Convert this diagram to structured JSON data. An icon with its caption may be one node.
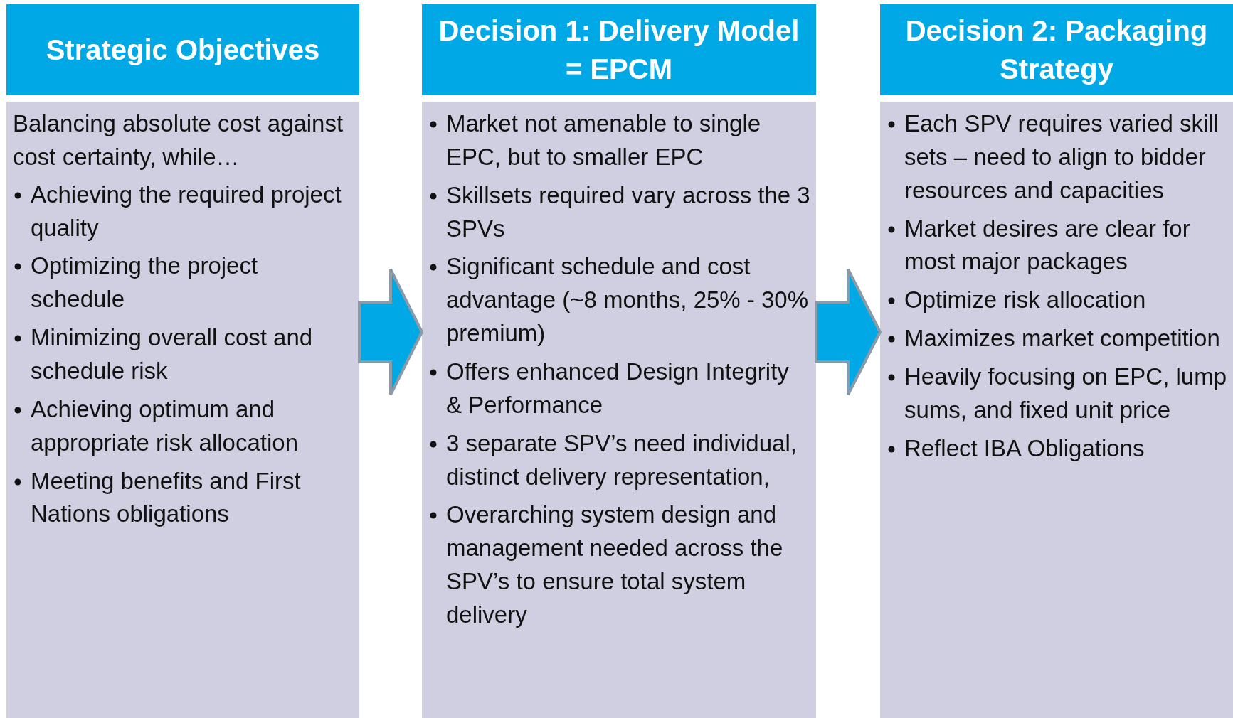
{
  "diagram": {
    "nodes": [
      {
        "text": [
          "Strategic Objectives"
        ]
      },
      {
        "text": [
          "Balancing absolute cost against cost certainty, while…",
          "Achieving the required project quality",
          "Optimizing the project schedule",
          "Minimizing overall cost and schedule risk",
          "Achieving optimum and appropriate risk allocation",
          "Meeting benefits and First Nations obligations"
        ]
      },
      {
        "text": [
          "Decision 1: Delivery Model = EPCM"
        ]
      },
      {
        "text": [
          "Market not amenable to single EPC, but to smaller EPC",
          "Skillsets  required vary across the 3 SPVs",
          "Significant schedule and cost advantage (~8 months, 25% - 30%  premium)",
          "Offers enhanced Design Integrity & Performance",
          "3 separate SPV’s need individual, distinct delivery representation,",
          "Overarching system design and management needed across the SPV’s to ensure total system delivery"
        ]
      },
      {
        "text": [
          "Decision 2: Packaging Strategy"
        ]
      },
      {
        "text": [
          "Each SPV requires varied skill sets – need to align to bidder resources and capacities",
          "Market desires are clear for most major packages",
          "Optimize  risk allocation",
          "Maximizes market competition",
          "Heavily focusing on EPC, lump sums, and fixed unit price",
          "Reflect IBA Obligations"
        ]
      }
    ],
    "edges": [
      {
        "from": 1,
        "to": 3,
        "arrow": "to",
        "style": "thick"
      },
      {
        "from": 3,
        "to": 5,
        "arrow": "to",
        "style": "thick"
      }
    ]
  }
}
